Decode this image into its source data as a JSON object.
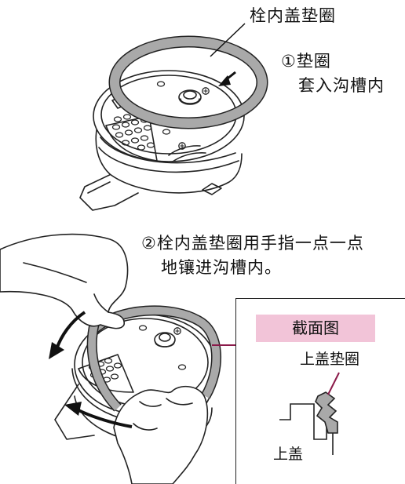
{
  "callouts": {
    "top_label": "栓内盖垫圈",
    "step1_line1": "①垫圈",
    "step1_line2": "套入沟槽内",
    "step2_line1": "②栓内盖垫圈用手指一点一点",
    "step2_line2": "地镶进沟槽内。"
  },
  "inset": {
    "title": "截面图",
    "gasket_label": "上盖垫圈",
    "lid_label": "上盖"
  },
  "colors": {
    "gasket": "#a9a9a9",
    "inset_title_bg": "#f2c4d8",
    "leader_line": "#8b1a4a",
    "outline": "#222222"
  }
}
